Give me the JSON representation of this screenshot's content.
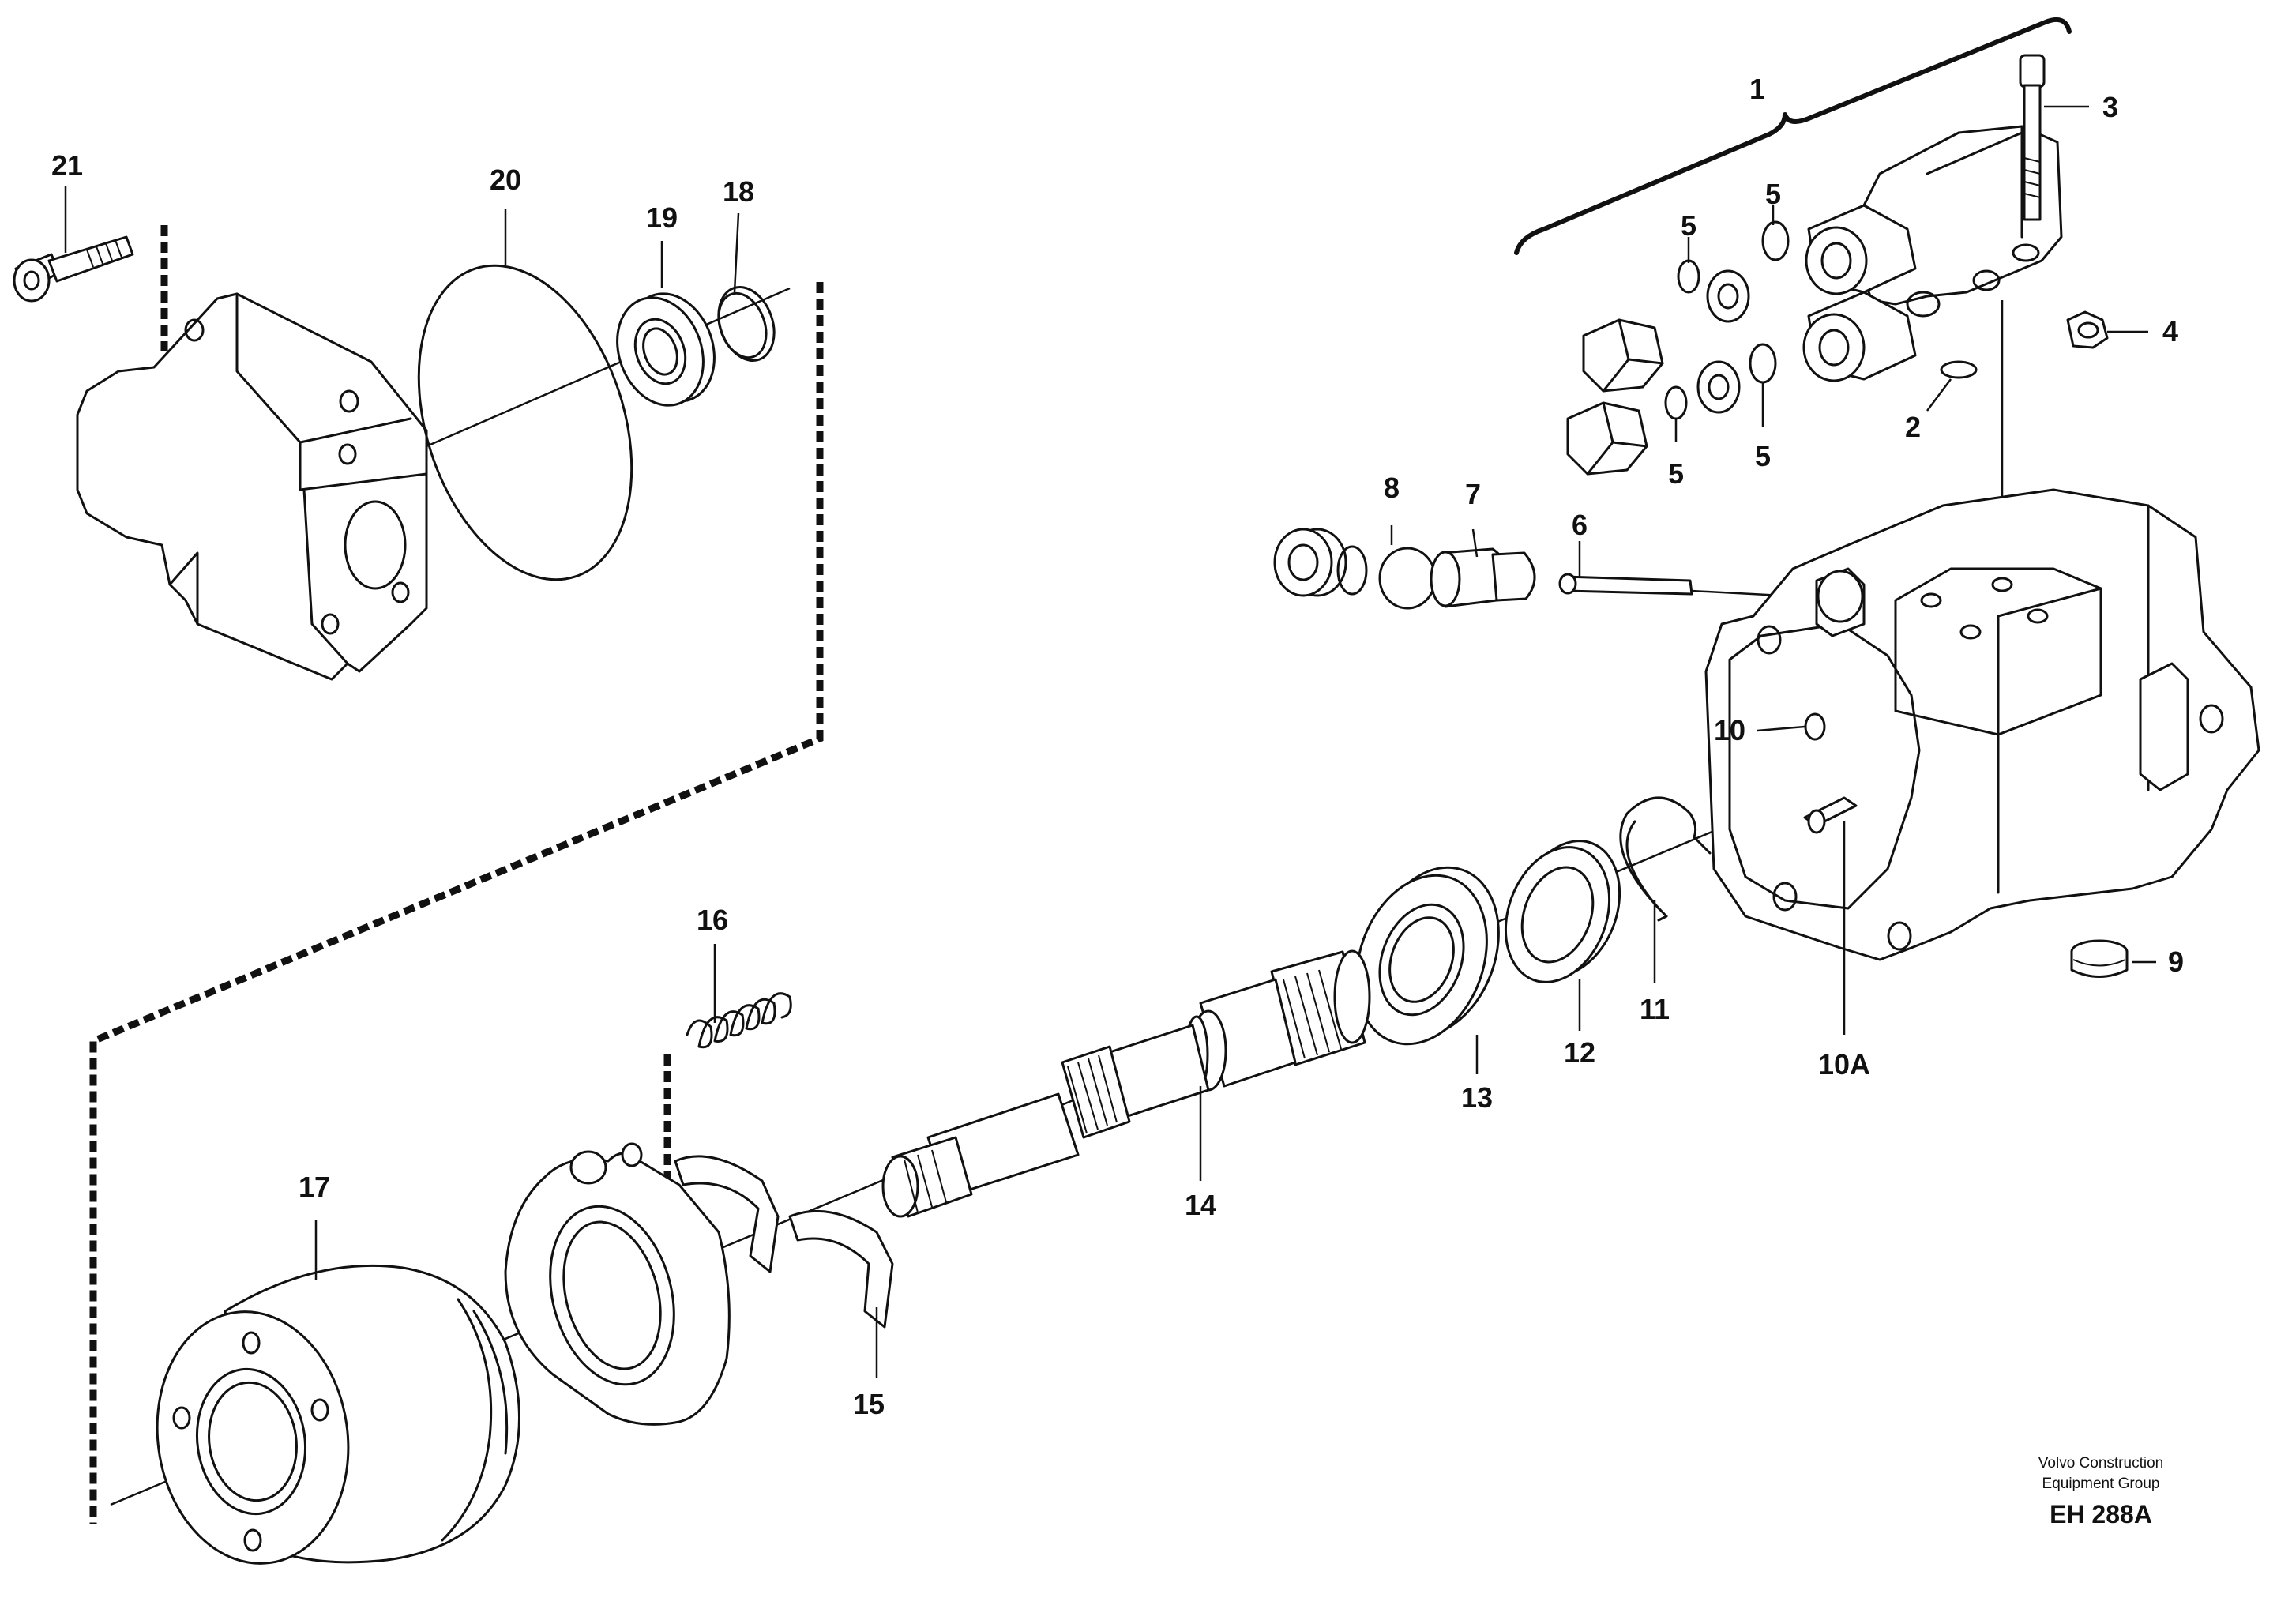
{
  "diagram": {
    "callouts": {
      "c1": "1",
      "c2": "2",
      "c3": "3",
      "c4": "4",
      "c5a": "5",
      "c5b": "5",
      "c5c": "5",
      "c5d": "5",
      "c6": "6",
      "c7": "7",
      "c8": "8",
      "c9": "9",
      "c10": "10",
      "c10a": "10A",
      "c11": "11",
      "c12": "12",
      "c13": "13",
      "c14": "14",
      "c15": "15",
      "c16": "16",
      "c17": "17",
      "c18": "18",
      "c19": "19",
      "c20": "20",
      "c21": "21"
    },
    "credit_line1": "Volvo Construction",
    "credit_line2": "Equipment Group",
    "drawing_code": "EH 288A"
  },
  "colors": {
    "ink": "#111111",
    "paper": "#ffffff"
  }
}
